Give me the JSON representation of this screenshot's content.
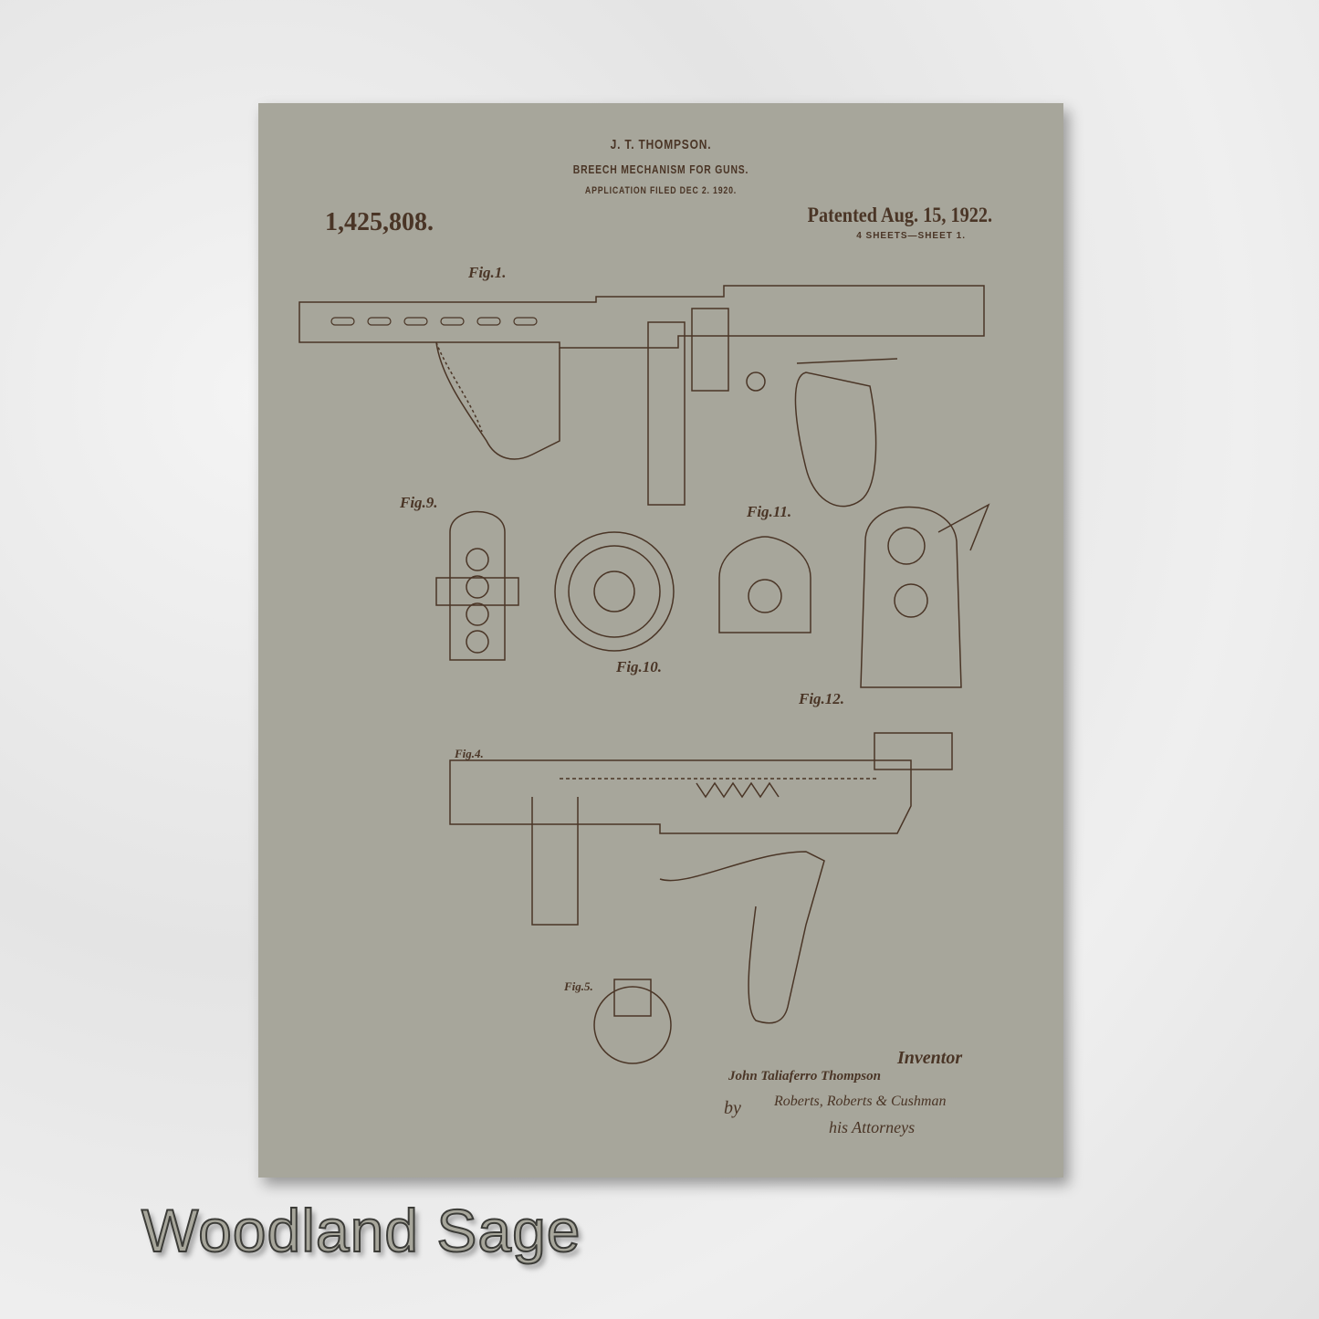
{
  "patent": {
    "inventor_name": "J. T. THOMPSON.",
    "title": "BREECH MECHANISM FOR GUNS.",
    "filed": "APPLICATION FILED DEC 2. 1920.",
    "number": "1,425,808.",
    "patented": "Patented Aug. 15, 1922.",
    "sheets": "4 SHEETS—SHEET 1."
  },
  "figures": [
    "Fig.1.",
    "Fig.9.",
    "Fig.10.",
    "Fig.11.",
    "Fig.12.",
    "Fig.4.",
    "Fig.5."
  ],
  "signature": {
    "inventor_label": "Inventor",
    "inventor_full": "John Taliaferro Thompson",
    "by": "by",
    "attorneys_name": "Roberts, Roberts & Cushman",
    "attorneys_label": "his Attorneys"
  },
  "product_label": "Woodland Sage",
  "colors": {
    "paper": "#a7a69b",
    "ink": "#4a3526",
    "background": "#ececec"
  }
}
